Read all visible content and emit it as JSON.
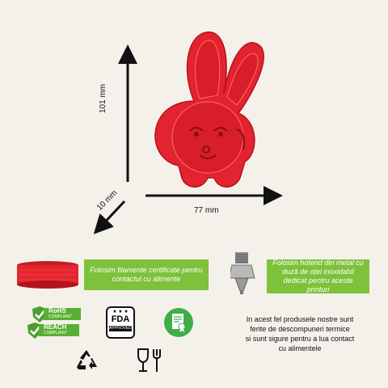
{
  "dimensions": {
    "height_label": "101 mm",
    "width_label": "77 mm",
    "depth_label": "10 mm"
  },
  "features": {
    "filament_text": "Folosim filamente certificate pentru contactul cu alimente",
    "hotend_text": "Folosim hotend din metal cu duză de oțel inoxidabil dedicat pentru aceste printuri"
  },
  "badges": {
    "rohs_title": "RoHS",
    "rohs_sub": "COMPLIANT",
    "reach_title": "REACH",
    "reach_sub": "COMPLIANT",
    "fda_title": "FDA",
    "fda_sub": "APPROVED"
  },
  "safety_note": {
    "line1": "In acest fel produsele nostre sunt",
    "line2": "ferite de descompuneri termice",
    "line3": "si sunt sigure  pentru a lua contact",
    "line4": "cu alimentele"
  },
  "icons": [
    "recycle-icon",
    "food-safe-icon",
    "certificate-icon",
    "rohs-check-icon",
    "reach-check-icon"
  ],
  "colors": {
    "background": "#f4f1ea",
    "accent_green": "#7ec13a",
    "product_red": "#e3232f"
  }
}
